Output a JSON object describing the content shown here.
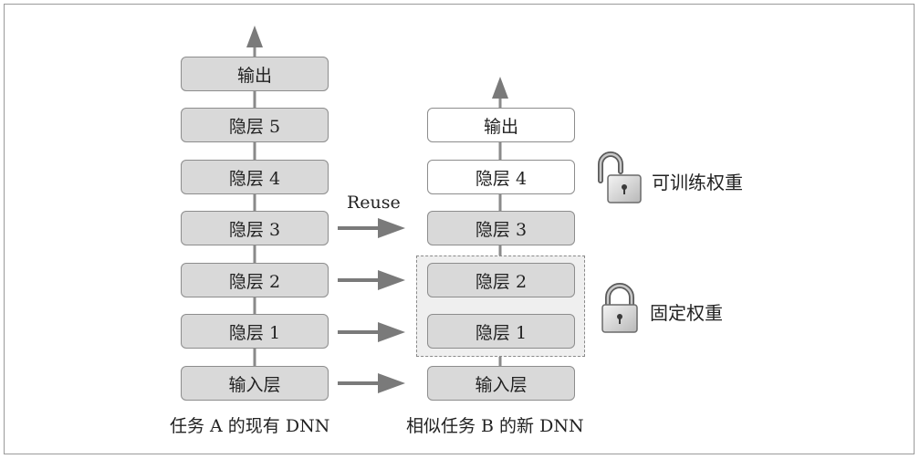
{
  "network_a": {
    "caption": "任务 A 的现有 DNN",
    "layers": {
      "output": "输出",
      "hidden5": "隐层 5",
      "hidden4": "隐层 4",
      "hidden3": "隐层 3",
      "hidden2": "隐层 2",
      "hidden1": "隐层 1",
      "input": "输入层"
    }
  },
  "network_b": {
    "caption": "相似任务 B 的新 DNN",
    "layers": {
      "output": "输出",
      "hidden4": "隐层 4",
      "hidden3": "隐层 3",
      "hidden2": "隐层 2",
      "hidden1": "隐层 1",
      "input": "输入层"
    }
  },
  "reuse_label": "Reuse",
  "legend": {
    "trainable": {
      "label": "可训练权重",
      "icon": "unlocked-padlock-icon"
    },
    "frozen": {
      "label": "固定权重",
      "icon": "locked-padlock-icon"
    }
  },
  "colors": {
    "layer_gray": "#d9d9d9",
    "layer_white": "#ffffff",
    "arrow": "#7a7a7a",
    "frozen_region": "#efefef"
  }
}
